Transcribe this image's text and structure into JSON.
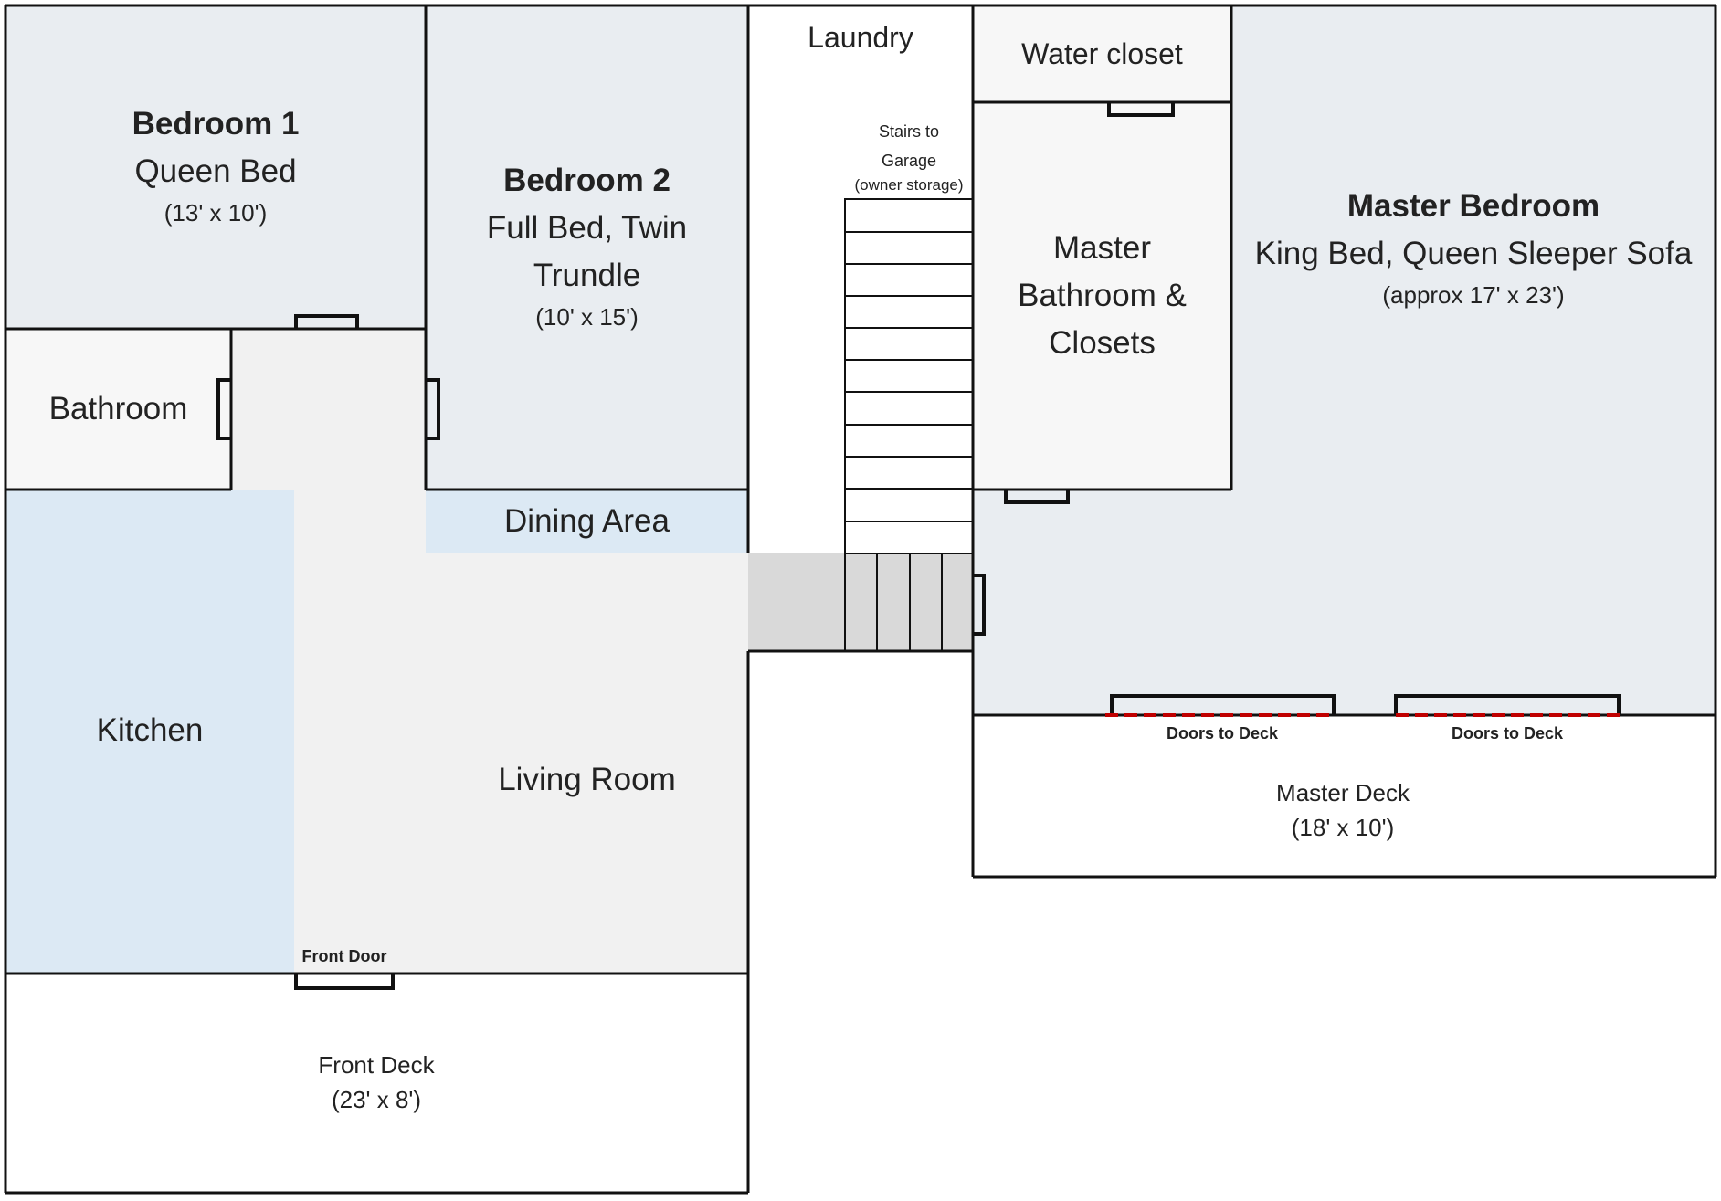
{
  "rooms": {
    "bedroom1": {
      "name": "Bedroom 1",
      "bed": "Queen Bed",
      "size": "(13' x 10')"
    },
    "bedroom2": {
      "name": "Bedroom 2",
      "bed_line1": "Full Bed, Twin",
      "bed_line2": "Trundle",
      "size": "(10' x 15')"
    },
    "laundry": {
      "name": "Laundry"
    },
    "water_closet": {
      "name": "Water closet"
    },
    "stairs": {
      "line1": "Stairs to",
      "line2": "Garage",
      "line3": "(owner storage)"
    },
    "master_bath": {
      "line1": "Master",
      "line2": "Bathroom &",
      "line3": "Closets"
    },
    "master_bedroom": {
      "name": "Master Bedroom",
      "bed": "King Bed, Queen Sleeper Sofa",
      "size": "(approx 17' x 23')"
    },
    "bathroom": {
      "name": "Bathroom"
    },
    "dining": {
      "name": "Dining Area"
    },
    "kitchen": {
      "name": "Kitchen"
    },
    "living": {
      "name": "Living Room"
    },
    "master_deck": {
      "name": "Master Deck",
      "size": "(18' x 10')"
    },
    "front_deck": {
      "name": "Front Deck",
      "size": "(23' x 8')"
    }
  },
  "doors": {
    "front": "Front Door",
    "deck_left": "Doors to Deck",
    "deck_right": "Doors to Deck"
  },
  "colors": {
    "bedroom_fill": "#e9edf1",
    "blue_fill": "#dce9f4",
    "living_fill": "#f1f1f1",
    "bath_fill": "#f7f7f7",
    "landing_fill": "#d9d9d9",
    "wall": "#111111",
    "deck_door": "#c00000"
  }
}
